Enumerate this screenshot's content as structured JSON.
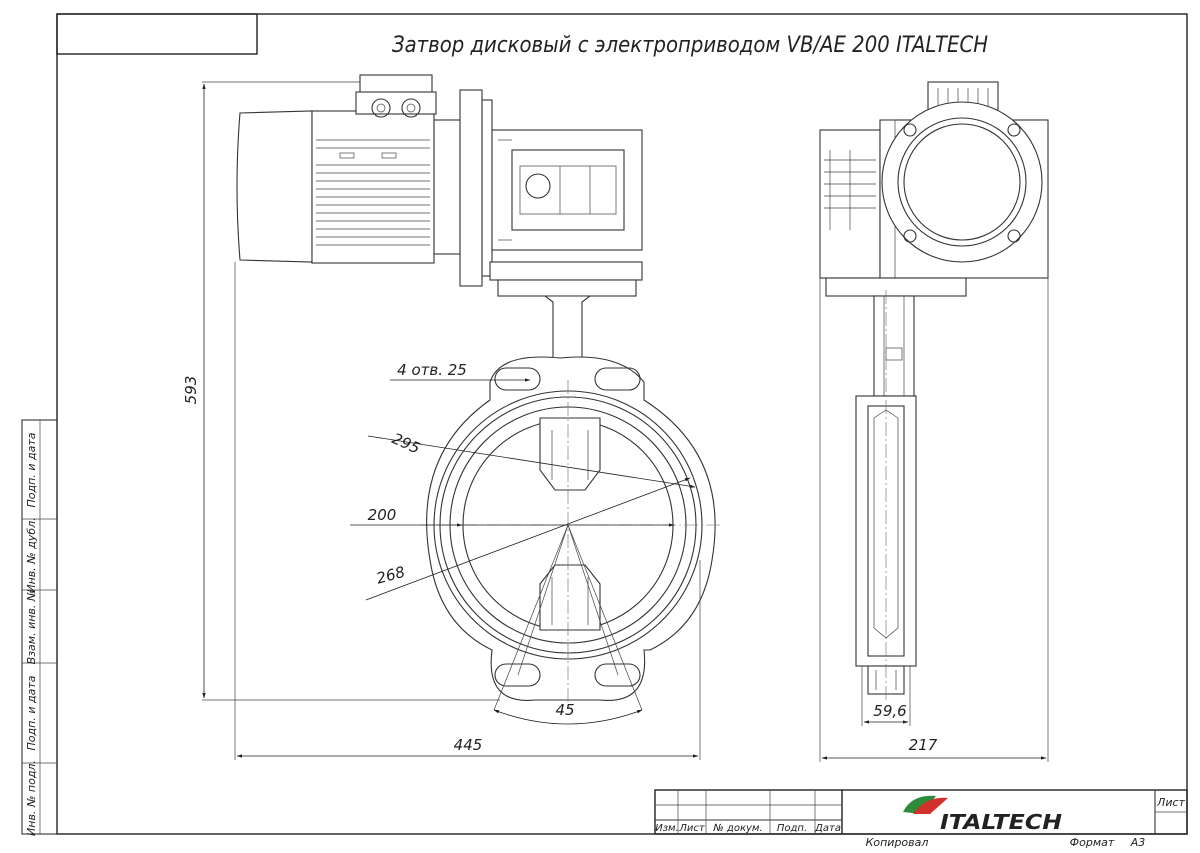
{
  "title": "Затвор дисковый с электроприводом VB/AE 200 ITALTECH",
  "side_stamp": [
    "Инв. № подл.",
    "Подп. и дата",
    "Взам. инв. №",
    "Инв. № дубл.",
    "Подп. и дата"
  ],
  "dimensions": {
    "height": "593",
    "holes": "4 отв. 25",
    "d295": "295",
    "d200": "200",
    "d268": "268",
    "angle": "45",
    "length": "445",
    "thickness": "59,6",
    "width": "217"
  },
  "title_block": {
    "headers": [
      "Изм.",
      "Лист",
      "№ докум.",
      "Подп.",
      "Дата"
    ],
    "sheet_label": "Лист",
    "logo_text": "ITALTECH",
    "copied": "Копировал",
    "format_label": "Формат",
    "format_value": "A3"
  },
  "colors": {
    "line": "#333333",
    "paper": "#ffffff",
    "logo_red": "#d0312d",
    "logo_green": "#2e8b3a"
  }
}
